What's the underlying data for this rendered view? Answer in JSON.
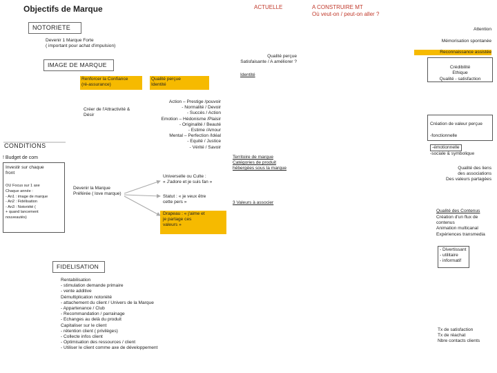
{
  "header": {
    "title": "Objectifs de Marque",
    "col_actuelle": "ACTUELLE",
    "col_construire": "A CONSTRUIRE MT\nOù veut-on / peut-on aller ?"
  },
  "notoriete": {
    "label": "NOTORIETE",
    "sub": "Devenir 1 Marque Forte\n( important pour achat d'impulsion)",
    "right": [
      "Attention",
      "Mémorisation spontanée",
      "Reconnaissance assistée"
    ]
  },
  "image": {
    "label": "IMAGE DE MARQUE",
    "confiance": "Renforcer la Confiance\n(ré-assurance)",
    "qualite_percue": "Qualité perçue\nIdentité",
    "attractivite": "Créer de l'Attractivité &\nDésir",
    "valeurs": "Action – Prestige /pouvoir\n- Normalité / Devoir\n- Succès / Action\nEmotion – Hédonisme /Plaisir\n- Originalité / Beauté\n- Estime /Amour\nMental – Perfection /Idéal\n- Equité / Justice\n- Vérité / Savoir",
    "qualite_satisfaction": "Qualité perçue\nSatisfaisante / A améliorer ?",
    "identite": "Identité",
    "territoire": "Territoire de marque\nCatégories de produit\nhébergées sous la marque",
    "credibilite": "Crédibilité\nEthique\nQualité - satisfaction",
    "creation_valeur": [
      "Création de valeur perçue",
      "-fonctionnelle",
      "-émotionnelle",
      "-sociale & symbolique"
    ]
  },
  "conditions": {
    "label": "CONDITIONS",
    "budget": "! Budget de com",
    "investir": "Investir sur chaque\nfront",
    "ou": "OU Focus sur 1 axe\nChaque année :\n- An1 : image de marque\n- An2 : Fidélisation\n- An3 : Notoriété (\n+ quand lancement\nnouveautés)"
  },
  "preferee": {
    "label": "Devenir la Marque\nPréférée ( love marque)",
    "universelle": "Universelle ou Culte :\n« J'adore et je suis fan »",
    "statut": "Statut : « je veux être\ncette pers »",
    "drapeau": "Drapeau : « j'aime et\nje partage ces\nvaleurs »",
    "valeurs_associer": "3 Valeurs à associer",
    "liens": "Qualité des liens\ndes associations\nDes valeurs partagées",
    "contenus_title": "Qualité des Contenus",
    "contenus": "Création d'un flux de\ncontenus\nAnimation multicanal\nExpériences transmedia",
    "divertissant": "- Divertissant\n- utilitaire\n- informatif"
  },
  "fidelisation": {
    "label": "FIDELISATION",
    "body": "Rentabilisation\n- stimulation demande primaire\n- vente additive\nDémultiplication notoriété\n- attachement du client / Univers de la Marque\n- Appartenance / Club\n- Recommandation / parrainage\n- Echanges au delà du produit\nCapitaliser sur le client\n- rétention client ( privilèges)\n- Collecte infos client\n- Optimisation des ressources / client\n- Utiliser le client comme axe de développement",
    "kpis": "Tx de satisfaction\nTx de réachat\nNbre contacts clients"
  },
  "colors": {
    "accent_yellow": "#f6ba00",
    "header_red": "#c0392b",
    "arrow_grey": "#a9a9a9"
  }
}
